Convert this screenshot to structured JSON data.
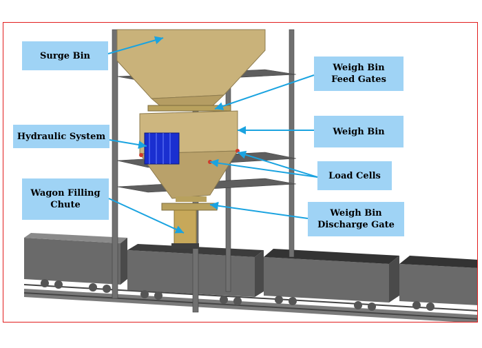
{
  "labels": {
    "surge_bin": "Surge Bin",
    "weigh_bin_feed_gates_line1": "Weigh Bin",
    "weigh_bin_feed_gates_line2": "Feed Gates",
    "weigh_bin": "Weigh Bin",
    "hydraulic_system": "Hydraulic System",
    "load_cells": "Load Cells",
    "wagon_filling_chute_line1": "Wagon Filling",
    "wagon_filling_chute_line2": "Chute",
    "weigh_bin_discharge_gate_line1": "Weigh Bin",
    "weigh_bin_discharge_gate_line2": "Discharge Gate"
  },
  "colors": {
    "label_fill": "#9fd3f5",
    "arrow": "#1aa3e0",
    "frame_border": "#e11b1b",
    "bin_tan": "#c9b27a",
    "steel_gray": "#6e6e6e",
    "wagon_gray": "#5a5a5a",
    "hydraulic_blue": "#1a2fd0"
  }
}
